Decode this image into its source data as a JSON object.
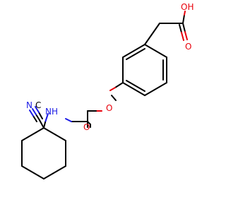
{
  "colors": {
    "carbon_bond": "#000000",
    "oxygen": "#e8000b",
    "nitrogen": "#1a1ae6"
  },
  "atoms": {
    "carboxyl_oh": "OH",
    "carboxyl_o": "O",
    "ether_o": "O",
    "amide_o": "O",
    "amide_nh": "NH",
    "nitrile_n": "N"
  }
}
